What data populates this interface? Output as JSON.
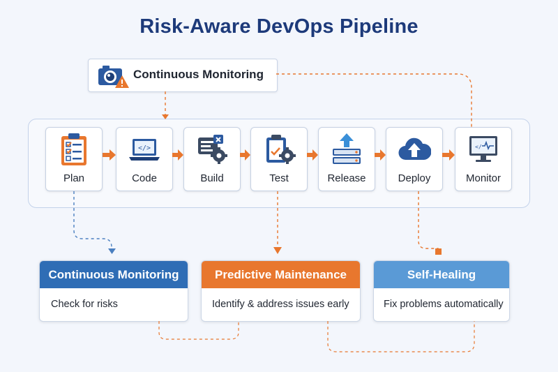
{
  "title": "Risk-Aware DevOps Pipeline",
  "monitor_card": {
    "label": "Continuous Monitoring",
    "icon": "camera-warning-icon"
  },
  "stages": [
    {
      "label": "Plan",
      "icon": "clipboard-checklist-icon"
    },
    {
      "label": "Code",
      "icon": "laptop-code-icon"
    },
    {
      "label": "Build",
      "icon": "build-gear-icon"
    },
    {
      "label": "Test",
      "icon": "test-gear-icon"
    },
    {
      "label": "Release",
      "icon": "server-upload-icon"
    },
    {
      "label": "Deploy",
      "icon": "cloud-upload-icon"
    },
    {
      "label": "Monitor",
      "icon": "monitor-pulse-icon"
    }
  ],
  "cards": [
    {
      "header": "Continuous Monitoring",
      "body": "Check for risks",
      "color": "#2f6db5"
    },
    {
      "header": "Predictive Maintenance",
      "body": "Identify & address issues early",
      "color": "#e8772e"
    },
    {
      "header": "Self-Healing",
      "body": "Fix problems automatically",
      "color": "#5a9ad6"
    }
  ],
  "colors": {
    "title": "#1d3a7a",
    "arrow": "#e8772e",
    "dashed": "#e8772e",
    "dashed_blue": "#4a7fc0",
    "pipeline_border": "#c3d2ea"
  }
}
